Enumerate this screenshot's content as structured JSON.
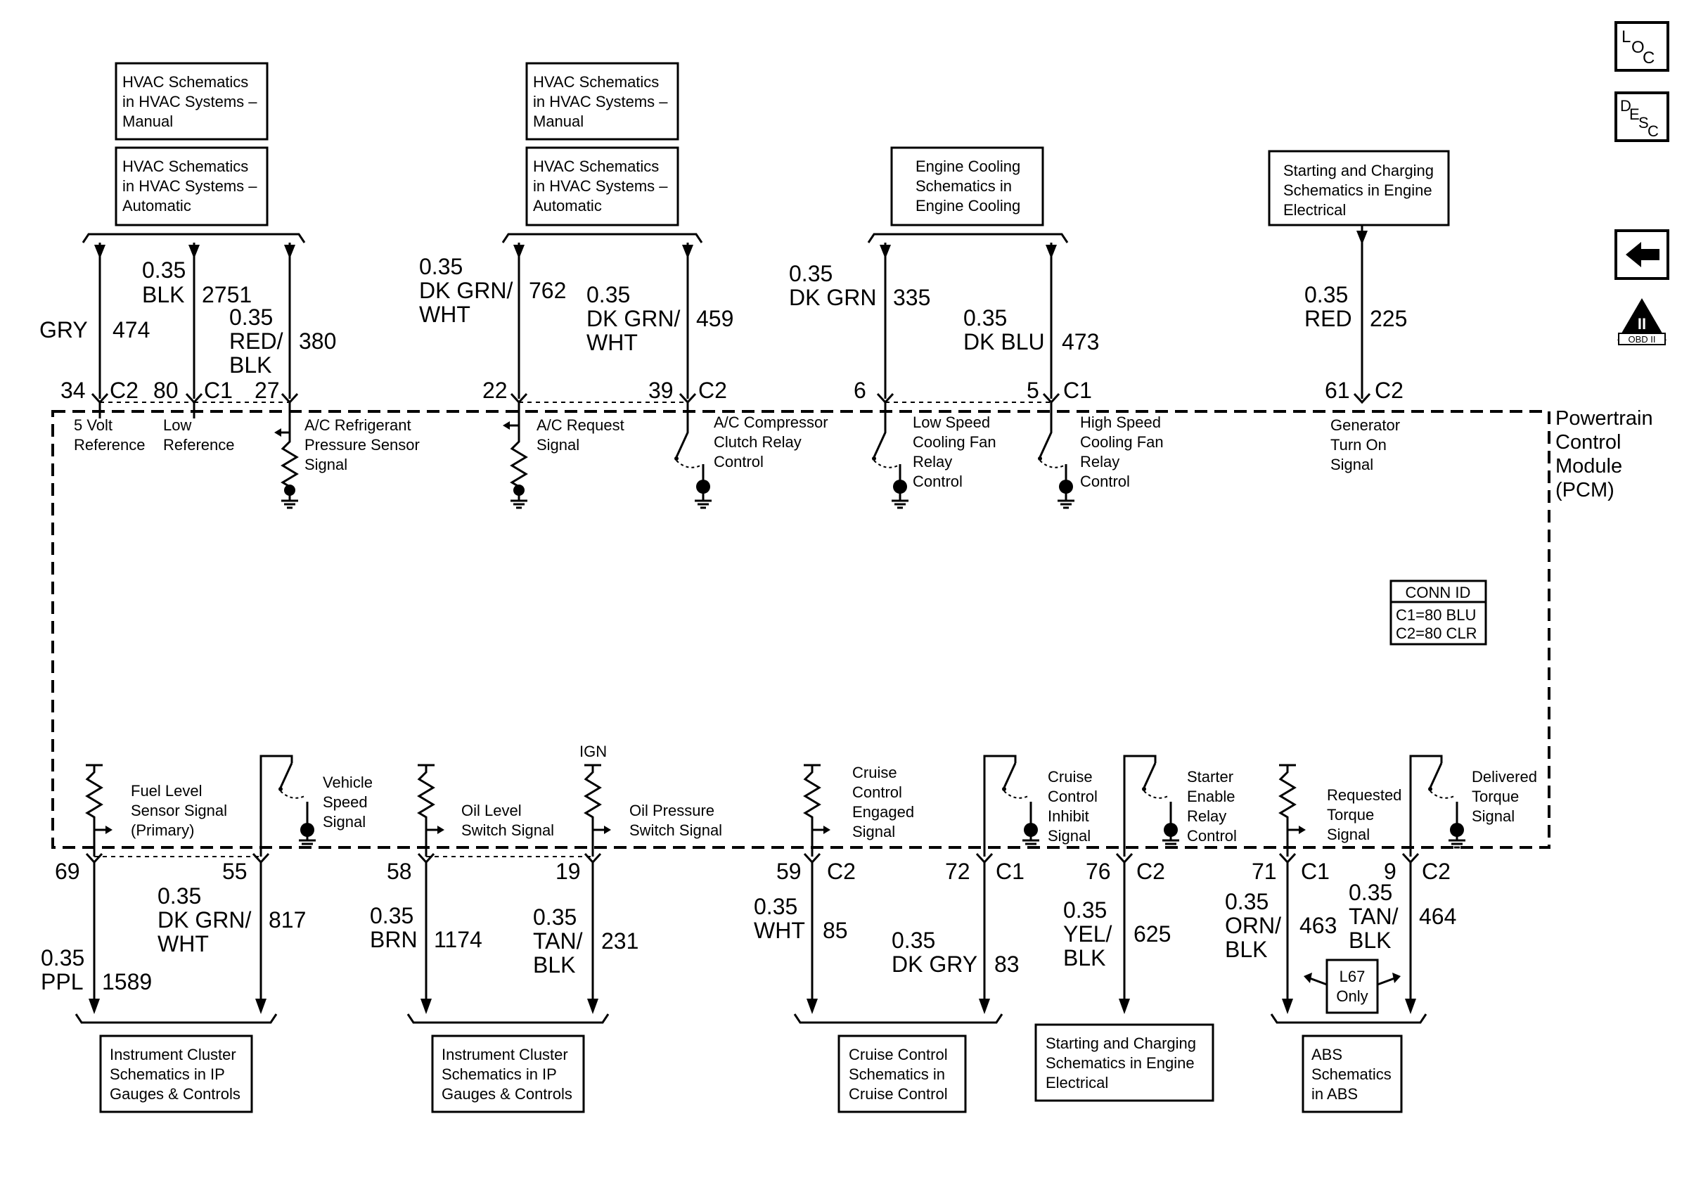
{
  "nav": {
    "loc": [
      "L",
      "O",
      "C"
    ],
    "desc": [
      "D",
      "E",
      "S",
      "C"
    ],
    "obd": {
      "top": "II",
      "bottom": "OBD II"
    }
  },
  "pcm": {
    "title": [
      "Powertrain",
      "Control",
      "Module",
      "(PCM)"
    ],
    "conn_id": {
      "title": "CONN ID",
      "c1": "C1=80 BLU",
      "c2": "C2=80 CLR"
    }
  },
  "top_boxes": {
    "hvac_manual_1": [
      "HVAC Schematics",
      "in HVAC Systems –",
      "Manual"
    ],
    "hvac_auto_1": [
      "HVAC Schematics",
      "in HVAC Systems –",
      "Automatic"
    ],
    "hvac_manual_2": [
      "HVAC Schematics",
      "in HVAC Systems –",
      "Manual"
    ],
    "hvac_auto_2": [
      "HVAC Schematics",
      "in HVAC Systems –",
      "Automatic"
    ],
    "engine_cooling": [
      "Engine Cooling",
      "Schematics in",
      "Engine Cooling"
    ],
    "starting_charging": [
      "Starting and Charging",
      "Schematics in Engine",
      "Electrical"
    ]
  },
  "top_wires": {
    "w474": {
      "color": [
        "GRY"
      ],
      "circuit": "474",
      "pin": "34",
      "conn": "C2"
    },
    "w2751": {
      "color": [
        "0.35",
        "BLK"
      ],
      "circuit": "2751",
      "pin": "80",
      "conn": "C1"
    },
    "w380": {
      "color": [
        "0.35",
        "RED/",
        "BLK"
      ],
      "circuit": "380",
      "pin": "27"
    },
    "w762": {
      "color": [
        "0.35",
        "DK GRN/",
        "WHT"
      ],
      "circuit": "762",
      "pin": "22"
    },
    "w459": {
      "color": [
        "0.35",
        "DK GRN/",
        "WHT"
      ],
      "circuit": "459",
      "pin": "39",
      "conn": "C2"
    },
    "w335": {
      "color": [
        "0.35",
        "DK GRN"
      ],
      "circuit": "335",
      "pin": "6"
    },
    "w473": {
      "color": [
        "0.35",
        "DK BLU"
      ],
      "circuit": "473",
      "pin": "5",
      "conn": "C1"
    },
    "w225": {
      "color": [
        "0.35",
        "RED"
      ],
      "circuit": "225",
      "pin": "61",
      "conn": "C2"
    }
  },
  "top_signals": {
    "ref5v": [
      "5 Volt",
      "Reference"
    ],
    "lowref": [
      "Low",
      "Reference"
    ],
    "ac_pressure": [
      "A/C Refrigerant",
      "Pressure Sensor",
      "Signal"
    ],
    "ac_request": [
      "A/C Request",
      "Signal"
    ],
    "ac_clutch": [
      "A/C Compressor",
      "Clutch Relay",
      "Control"
    ],
    "low_fan": [
      "Low Speed",
      "Cooling Fan",
      "Relay",
      "Control"
    ],
    "high_fan": [
      "High Speed",
      "Cooling Fan",
      "Relay",
      "Control"
    ],
    "generator": [
      "Generator",
      "Turn On",
      "Signal"
    ]
  },
  "bottom_signals": {
    "fuel_level": [
      "Fuel Level",
      "Sensor Signal",
      "(Primary)"
    ],
    "vehicle_speed": [
      "Vehicle",
      "Speed",
      "Signal"
    ],
    "oil_level": [
      "Oil Level",
      "Switch Signal"
    ],
    "ign": "IGN",
    "oil_pressure": [
      "Oil Pressure",
      "Switch Signal"
    ],
    "cruise_engaged": [
      "Cruise",
      "Control",
      "Engaged",
      "Signal"
    ],
    "cruise_inhibit": [
      "Cruise",
      "Control",
      "Inhibit",
      "Signal"
    ],
    "starter_enable": [
      "Starter",
      "Enable",
      "Relay",
      "Control"
    ],
    "req_torque": [
      "Requested",
      "Torque",
      "Signal"
    ],
    "del_torque": [
      "Delivered",
      "Torque",
      "Signal"
    ]
  },
  "bottom_wires": {
    "w1589": {
      "pin": "69",
      "color": [
        "0.35",
        "PPL"
      ],
      "circuit": "1589"
    },
    "w817": {
      "pin": "55",
      "color": [
        "0.35",
        "DK GRN/",
        "WHT"
      ],
      "circuit": "817"
    },
    "w1174": {
      "pin": "58",
      "color": [
        "0.35",
        "BRN"
      ],
      "circuit": "1174"
    },
    "w231": {
      "pin": "19",
      "color": [
        "0.35",
        "TAN/",
        "BLK"
      ],
      "circuit": "231"
    },
    "w85": {
      "pin": "59",
      "conn": "C2",
      "color": [
        "0.35",
        "WHT"
      ],
      "circuit": "85"
    },
    "w83": {
      "pin": "72",
      "conn": "C1",
      "color": [
        "0.35",
        "DK GRY"
      ],
      "circuit": "83"
    },
    "w625": {
      "pin": "76",
      "conn": "C2",
      "color": [
        "0.35",
        "YEL/",
        "BLK"
      ],
      "circuit": "625"
    },
    "w463": {
      "pin": "71",
      "conn": "C1",
      "color": [
        "0.35",
        "ORN/",
        "BLK"
      ],
      "circuit": "463"
    },
    "w464": {
      "pin": "9",
      "conn": "C2",
      "color": [
        "0.35",
        "TAN/",
        "BLK"
      ],
      "circuit": "464"
    }
  },
  "l67": [
    "L67",
    "Only"
  ],
  "bottom_boxes": {
    "instrument_1": [
      "Instrument Cluster",
      "Schematics in IP",
      "Gauges & Controls"
    ],
    "instrument_2": [
      "Instrument Cluster",
      "Schematics in IP",
      "Gauges & Controls"
    ],
    "cruise": [
      "Cruise Control",
      "Schematics in",
      "Cruise Control"
    ],
    "starting_charging": [
      "Starting and Charging",
      "Schematics in Engine",
      "Electrical"
    ],
    "abs": [
      "ABS",
      "Schematics",
      "in ABS"
    ]
  }
}
